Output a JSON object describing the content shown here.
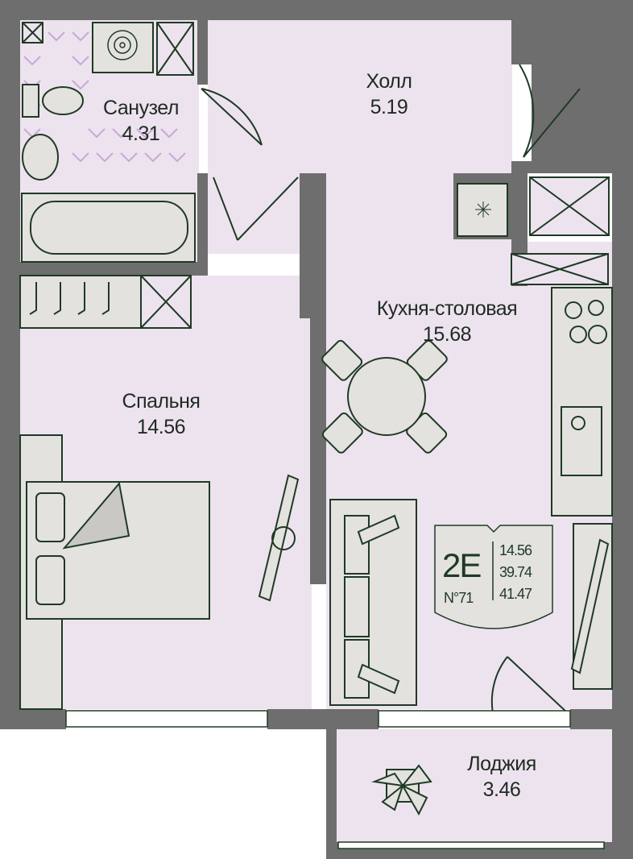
{
  "rooms": {
    "bathroom": {
      "name": "Санузел",
      "area": "4.31"
    },
    "hall": {
      "name": "Холл",
      "area": "5.19"
    },
    "kitchen": {
      "name": "Кухня-столовая",
      "area": "15.68"
    },
    "bedroom": {
      "name": "Спальня",
      "area": "14.56"
    },
    "loggia": {
      "name": "Лоджия",
      "area": "3.46"
    }
  },
  "badge": {
    "type": "2E",
    "number": "N°71",
    "living_area": "14.56",
    "total_area": "39.74",
    "total_with_loggia": "41.47"
  },
  "colors": {
    "wall": "#6e6e6e",
    "room": "#ede3ef",
    "line": "#1f3a24",
    "furniture": "#e3e2de"
  }
}
